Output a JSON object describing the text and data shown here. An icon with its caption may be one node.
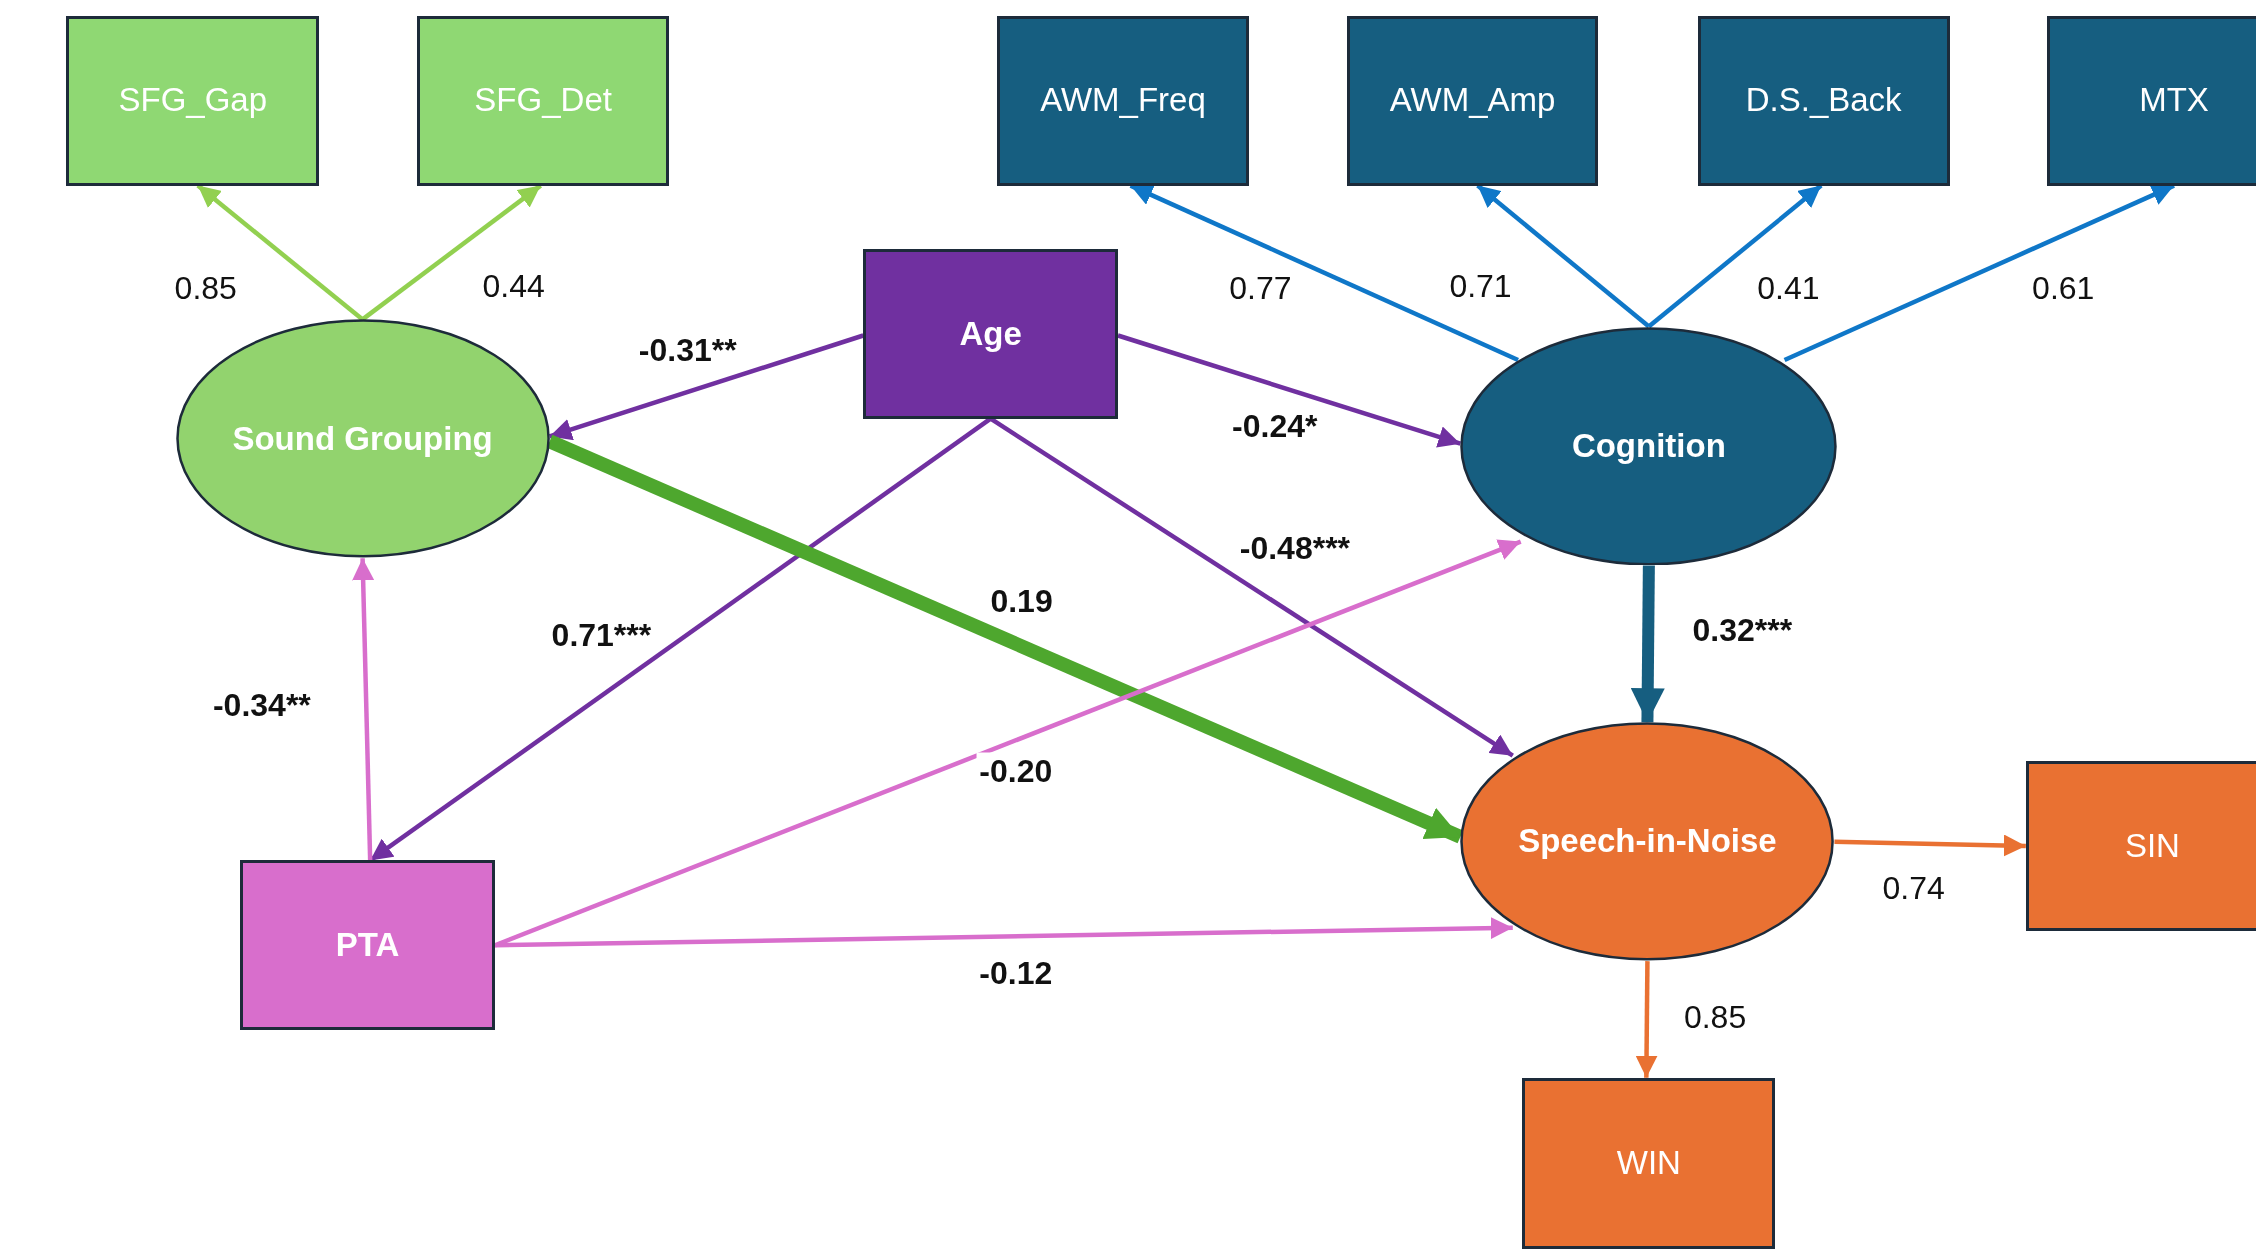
{
  "diagram": {
    "nodes": [
      {
        "text": [
          "SFG_Gap"
        ]
      },
      {
        "text": [
          "SFG_Det"
        ]
      },
      {
        "text": [
          "AWM_Freq"
        ]
      },
      {
        "text": [
          "AWM_Amp"
        ]
      },
      {
        "text": [
          "D.S._Back"
        ]
      },
      {
        "text": [
          "MTX"
        ]
      },
      {
        "text": [
          "Age"
        ]
      },
      {
        "text": [
          "Sound Grouping"
        ]
      },
      {
        "text": [
          "Cognition"
        ]
      },
      {
        "text": [
          "PTA"
        ]
      },
      {
        "text": [
          "Speech-in-Noise"
        ]
      },
      {
        "text": [
          "SIN"
        ]
      },
      {
        "text": [
          "WIN"
        ]
      }
    ],
    "edges": [
      {
        "from": 7,
        "to": 0,
        "arrow": "to",
        "label": "0.85",
        "color": "#92d050"
      },
      {
        "from": 7,
        "to": 1,
        "arrow": "to",
        "label": "0.44",
        "color": "#92d050"
      },
      {
        "from": 8,
        "to": 2,
        "arrow": "to",
        "label": "0.77",
        "color": "#0f77c8"
      },
      {
        "from": 8,
        "to": 3,
        "arrow": "to",
        "label": "0.71",
        "color": "#0f77c8"
      },
      {
        "from": 8,
        "to": 4,
        "arrow": "to",
        "label": "0.41",
        "color": "#0f77c8"
      },
      {
        "from": 8,
        "to": 5,
        "arrow": "to",
        "label": "0.61",
        "color": "#0f77c8"
      },
      {
        "from": 6,
        "to": 7,
        "arrow": "to",
        "label": "-0.31**",
        "color": "#7030a0"
      },
      {
        "from": 6,
        "to": 8,
        "arrow": "to",
        "label": "-0.24*",
        "color": "#7030a0"
      },
      {
        "from": 6,
        "to": 9,
        "arrow": "to",
        "label": "0.71***",
        "color": "#7030a0"
      },
      {
        "from": 6,
        "to": 10,
        "arrow": "to",
        "label": "-0.48***",
        "color": "#7030a0"
      },
      {
        "from": 7,
        "to": 10,
        "arrow": "to",
        "label": "0.19",
        "style": "thick",
        "color": "#4ea72e"
      },
      {
        "from": 8,
        "to": 10,
        "arrow": "to",
        "label": "0.32***",
        "style": "thick",
        "color": "#165e80"
      },
      {
        "from": 9,
        "to": 7,
        "arrow": "to",
        "label": "-0.34**",
        "color": "#d86ecc"
      },
      {
        "from": 9,
        "to": 8,
        "arrow": "to",
        "label": "-0.20",
        "color": "#d86ecc"
      },
      {
        "from": 9,
        "to": 10,
        "arrow": "to",
        "label": "-0.12",
        "color": "#d86ecc"
      },
      {
        "from": 10,
        "to": 11,
        "arrow": "to",
        "label": "0.74",
        "color": "#e97132"
      },
      {
        "from": 10,
        "to": 12,
        "arrow": "to",
        "label": "0.85",
        "color": "#e97132"
      }
    ]
  }
}
